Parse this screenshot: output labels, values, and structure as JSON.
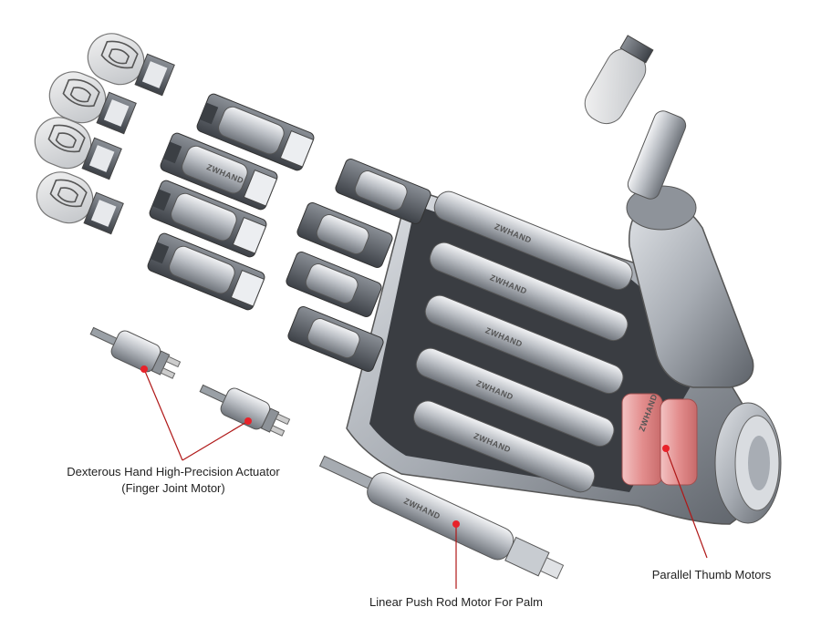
{
  "brand": {
    "motor_text": "ZWHAND"
  },
  "callouts": {
    "finger_actuator": {
      "line1": "Dexterous Hand High-Precision Actuator",
      "line2": "(Finger Joint Motor)"
    },
    "thumb_motors": {
      "label": "Parallel Thumb Motors"
    },
    "palm_rod": {
      "label": "Linear Push Rod Motor For Palm"
    }
  },
  "colors": {
    "callout_line": "#b01818",
    "callout_dot": "#e8222a",
    "metal": "#b8bcc2",
    "thumb_motor": "#e9a3a3"
  }
}
